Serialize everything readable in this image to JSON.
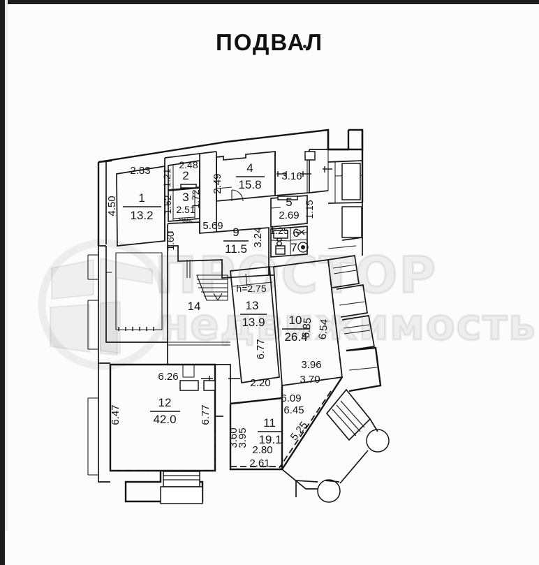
{
  "document": {
    "title": "ПОДВАЛ",
    "type": "floor-plan",
    "watermark": {
      "line1": "ПРОСТОР",
      "line2": "недвижимость"
    }
  },
  "rooms": [
    {
      "id": "1",
      "number": "1",
      "area": "13.2",
      "dims": [
        "2.83",
        "4.50"
      ]
    },
    {
      "id": "2",
      "number": "2",
      "area": "",
      "dims": [
        "2.48",
        "1.21"
      ]
    },
    {
      "id": "3",
      "number": "3",
      "area": "",
      "dims": [
        "1.62",
        "2.51",
        "1.72"
      ]
    },
    {
      "id": "4",
      "number": "4",
      "area": "15.8",
      "dims": [
        "2.49",
        "3.16"
      ]
    },
    {
      "id": "5",
      "number": "5",
      "area": "",
      "dims": [
        "2.69",
        "1.15"
      ]
    },
    {
      "id": "6",
      "number": "6",
      "area": "",
      "dims": []
    },
    {
      "id": "7",
      "number": "7",
      "area": "",
      "dims": []
    },
    {
      "id": "8",
      "number": "8",
      "area": "",
      "dims": [
        "1.25"
      ]
    },
    {
      "id": "9",
      "number": "9",
      "area": "11.5",
      "dims": [
        "5.69",
        "3.24",
        "1.60"
      ]
    },
    {
      "id": "10",
      "number": "10",
      "area": "26.4",
      "dims": [
        "6.85",
        "6.54",
        "3.96",
        "3.70",
        "6.09",
        "6.45"
      ]
    },
    {
      "id": "11",
      "number": "11",
      "area": "19.1",
      "dims": [
        "3.60",
        "3.95",
        "2.80",
        "2.61",
        "5.25"
      ]
    },
    {
      "id": "12",
      "number": "12",
      "area": "42.0",
      "dims": [
        "6.26",
        "6.47",
        "6.77"
      ]
    },
    {
      "id": "13",
      "number": "13",
      "area": "13.9",
      "dims": [
        "6.77",
        "2.20"
      ],
      "height_note": "h=2.75"
    },
    {
      "id": "14",
      "number": "14",
      "area": "",
      "dims": []
    }
  ],
  "labels": {
    "r1_num": "1",
    "r1_area": "13.2",
    "r1_d1": "2.83",
    "r1_d2": "4.50",
    "r2_num": "2",
    "r2_d1": "2.48",
    "r2_d2": "1.21",
    "r3_num": "3",
    "r3_d1": "1.62",
    "r3_d2": "2.51",
    "r3_d3": "1.72",
    "r4_num": "4",
    "r4_area": "15.8",
    "r4_d1": "2.49",
    "r4_d2": "3.16",
    "r5_num": "5",
    "r5_d1": "2.69",
    "r5_d2": "1.15",
    "r6_num": "6",
    "r7_num": "7",
    "r8_num": "8",
    "r8_d1": "1.25",
    "r9_num": "9",
    "r9_area": "11.5",
    "r9_d1": "5.69",
    "r9_d2": "3.24",
    "r9_d3": "1.60",
    "r10_num": "10",
    "r10_area": "26.4",
    "r10_d1": "6.85",
    "r10_d2": "6.54",
    "r10_d3": "3.96",
    "r10_d4": "3.70",
    "r10_d5": "6.09",
    "r10_d6": "6.45",
    "r11_num": "11",
    "r11_area": "19.1",
    "r11_d1": "3.60",
    "r11_d2": "3.95",
    "r11_d3": "2.80",
    "r11_d4": "2.61",
    "r11_d5": "5.25",
    "r12_num": "12",
    "r12_area": "42.0",
    "r12_d1": "6.26",
    "r12_d2": "6.47",
    "r12_d3": "6.77",
    "r13_num": "13",
    "r13_area": "13.9",
    "r13_h": "h=2.75",
    "r13_d1": "6.77",
    "r13_d2": "2.20",
    "r14_num": "14"
  },
  "colors": {
    "ink": "#141414",
    "paper": "#fcfcfc",
    "watermark": "rgba(0,0,0,0.055)",
    "edge_bar": "#1c1c1c"
  }
}
